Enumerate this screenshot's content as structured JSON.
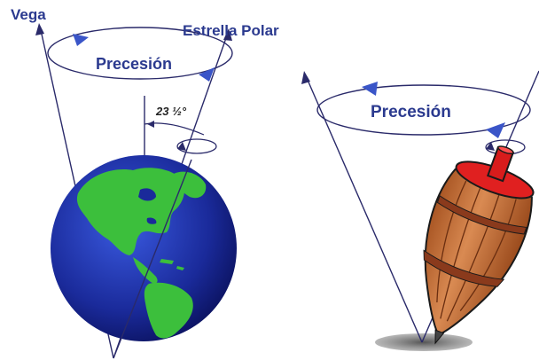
{
  "left_diagram": {
    "label_vega": "Vega",
    "label_polaris": "Estrella Polar",
    "label_precession": "Precesión",
    "label_angle": "23 ½°"
  },
  "right_diagram": {
    "label_precession": "Precesión"
  },
  "colors": {
    "label_blue": "#2b3a8f",
    "line": "#2a2a6a",
    "ocean": "#1a2a9a",
    "land": "#3cbf3c",
    "top_body": "#c8703a",
    "top_tip": "#e02020",
    "top_band": "#8a3a1c",
    "shadow": "#7a7a7a"
  },
  "icons": [
    "precession-arrow-icon",
    "rotation-arrow-icon"
  ]
}
